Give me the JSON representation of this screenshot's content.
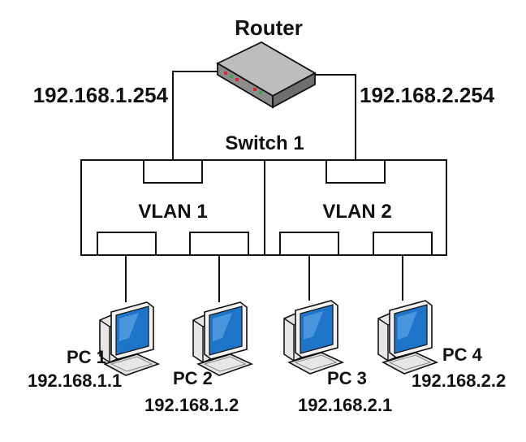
{
  "router": {
    "label": "Router"
  },
  "links": {
    "vlan1_gateway": "192.168.1.254",
    "vlan2_gateway": "192.168.2.254"
  },
  "switch": {
    "label": "Switch 1"
  },
  "vlans": [
    {
      "label": "VLAN 1"
    },
    {
      "label": "VLAN 2"
    }
  ],
  "pcs": [
    {
      "name": "PC 1",
      "ip": "192.168.1.1"
    },
    {
      "name": "PC 2",
      "ip": "192.168.1.2"
    },
    {
      "name": "PC 3",
      "ip": "192.168.2.1"
    },
    {
      "name": "PC 4",
      "ip": "192.168.2.2"
    }
  ],
  "colors": {
    "line": "#111111",
    "screen_blue": "#1e74c8",
    "screen_highlight": "#6fb3ee",
    "router_top": "#bdbdbd",
    "router_side": "#6e6e6e",
    "led_red": "#d82a2a",
    "led_green": "#3aa845"
  }
}
